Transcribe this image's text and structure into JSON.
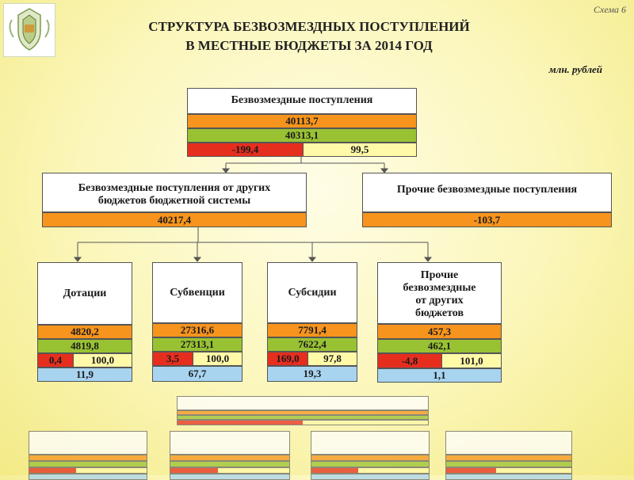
{
  "scheme_label": "Схема 6",
  "title_line1": "СТРУКТУРА БЕЗВОЗМЕЗДНЫХ ПОСТУПЛЕНИЙ",
  "title_line2": "В  МЕСТНЫЕ БЮДЖЕТЫ ЗА 2014 ГОД",
  "units": "млн. рублей",
  "top": {
    "label": "Безвозмездные поступления",
    "v1": "40113,7",
    "v2": "40313,1",
    "diff": "-199,4",
    "pct": "99,5"
  },
  "mid_left": {
    "label_line1": "Безвозмездные поступления от других",
    "label_line2": "бюджетов бюджетной системы",
    "v1": "40217,4"
  },
  "mid_right": {
    "label": "Прочие безвозмездные поступления",
    "v1": "-103,7"
  },
  "cards": [
    {
      "label": "Дотации",
      "v1": "4820,2",
      "v2": "4819,8",
      "diff": "0,4",
      "pct": "100,0",
      "share": "11,9"
    },
    {
      "label": "Субвенции",
      "v1": "27316,6",
      "v2": "27313,1",
      "diff": "3,5",
      "pct": "100,0",
      "share": "67,7"
    },
    {
      "label": "Субсидии",
      "v1": "7791,4",
      "v2": "7622,4",
      "diff": "169,0",
      "pct": "97,8",
      "share": "19,3"
    },
    {
      "label_lines": [
        "Прочие",
        "безвозмездные",
        "от других",
        "бюджетов"
      ],
      "v1": "457,3",
      "v2": "462,1",
      "diff": "-4,8",
      "pct": "101,0",
      "share": "1,1"
    }
  ],
  "colors": {
    "orange": "#f7941d",
    "green": "#99c233",
    "red": "#e62e1f",
    "yellow": "#fff9a8",
    "blue": "#a8d4f0"
  }
}
